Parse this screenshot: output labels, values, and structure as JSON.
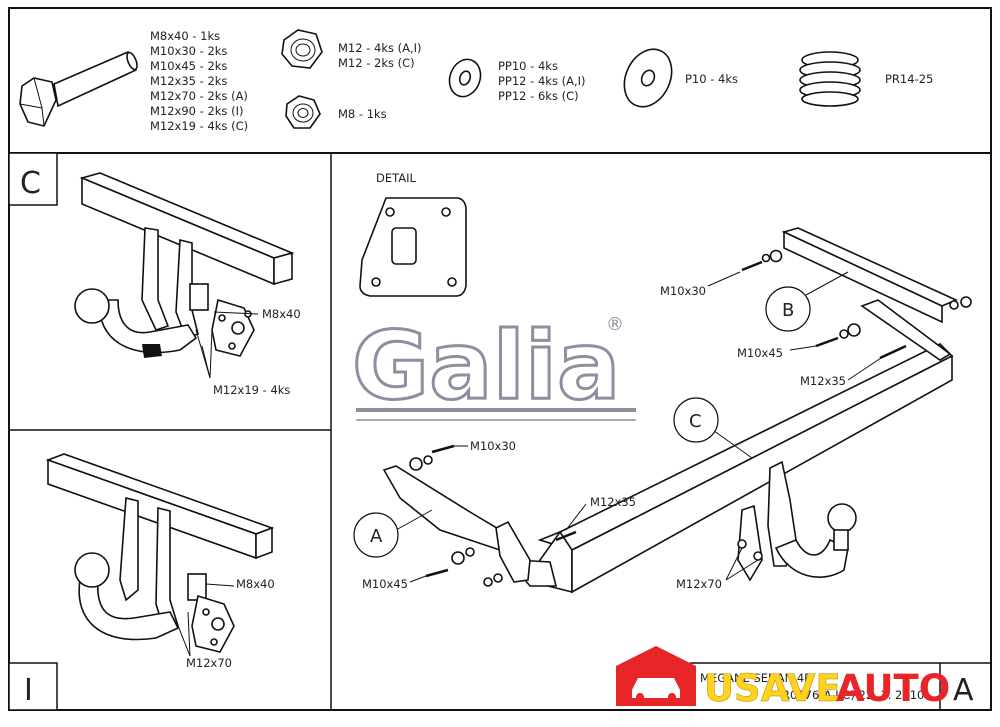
{
  "parts": {
    "bolts": [
      "M8x40 - 1ks",
      "M10x30 - 2ks",
      "M10x45 - 2ks",
      "M12x35 - 2ks",
      "M12x70 - 2ks (A)",
      "M12x90 - 2ks (I)",
      "M12x19 - 4ks (C)"
    ],
    "nuts_large": [
      "M12 - 4ks (A,I)",
      "M12 - 2ks (C)"
    ],
    "nut_small": "M8 - 1ks",
    "washers_small": [
      "PP10 - 4ks",
      "PP12 - 4ks (A,I)",
      "PP12 - 6ks (C)"
    ],
    "washer_large": "P10 - 4ks",
    "spring": "PR14-25"
  },
  "panel_c": {
    "letter": "C",
    "label_bolt": "M8x40",
    "label_bolts": "M12x19 - 4ks"
  },
  "panel_i": {
    "letter": "I",
    "label_bolt": "M8x40",
    "label_bolts": "M12x70"
  },
  "main": {
    "detail_label": "DETAIL",
    "logo": "Galia",
    "registered": "®",
    "callouts": [
      "B",
      "C",
      "A"
    ],
    "labels": {
      "m10x30_top": "M10x30",
      "m10x45_mid": "M10x45",
      "m12x35_right": "M12x35",
      "m10x30_left": "M10x30",
      "m12x35_mid": "M12x35",
      "m10x45_left": "M10x45",
      "m12x70": "M12x70"
    },
    "title_line1": "MEGANE SEDAN 4D",
    "title_line2": "R0876(A,I,C) 22. 3. 2010",
    "corner_letter": "A"
  },
  "watermark": {
    "text_a": "USAVE",
    "text_b": "AUTO",
    "color_a": "#ffd21f",
    "color_b": "#e8262a"
  }
}
